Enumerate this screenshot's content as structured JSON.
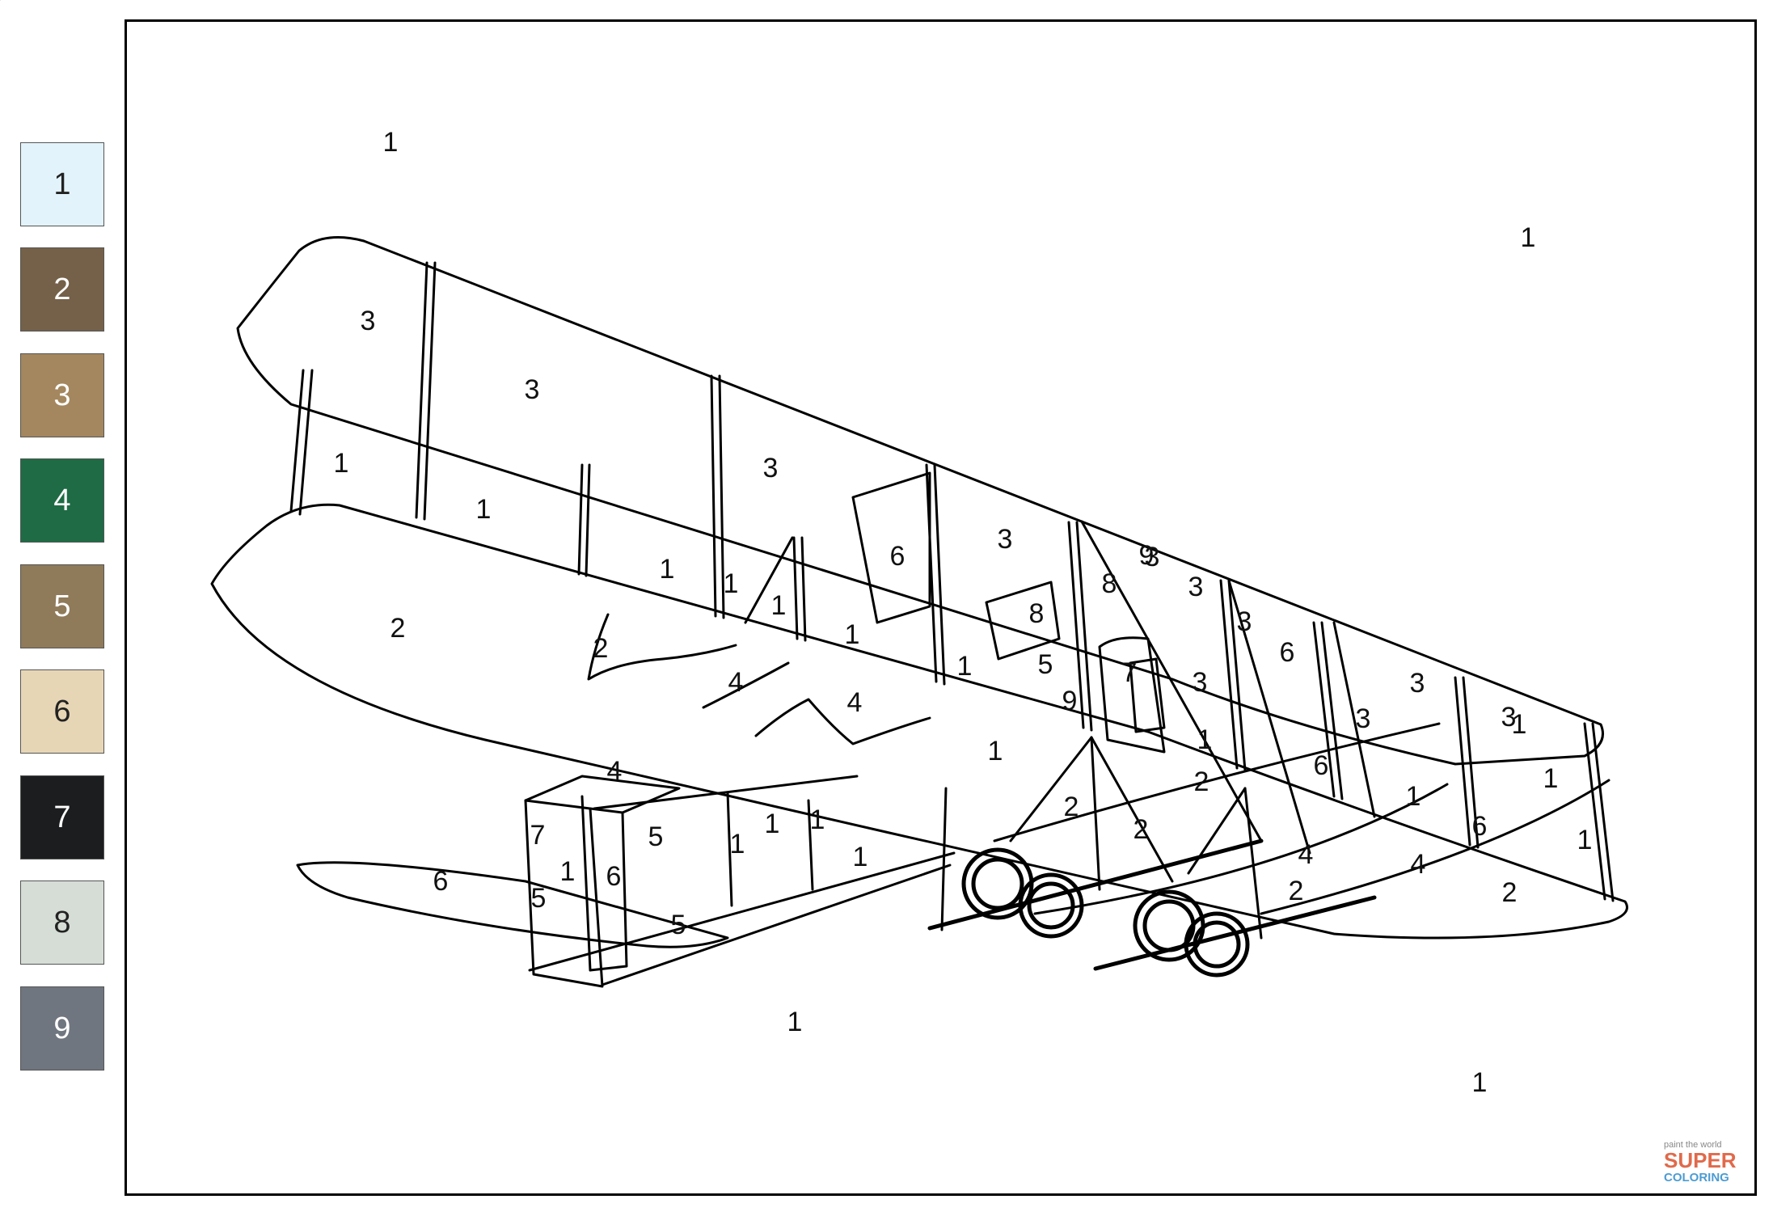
{
  "palette": [
    {
      "number": "1",
      "color": "#e3f3fb",
      "text_color": "#222222"
    },
    {
      "number": "2",
      "color": "#756149",
      "text_color": "#ffffff"
    },
    {
      "number": "3",
      "color": "#a4875e",
      "text_color": "#ffffff"
    },
    {
      "number": "4",
      "color": "#1e6b45",
      "text_color": "#ffffff"
    },
    {
      "number": "5",
      "color": "#8f7a5a",
      "text_color": "#ffffff"
    },
    {
      "number": "6",
      "color": "#e7d6b6",
      "text_color": "#222222"
    },
    {
      "number": "7",
      "color": "#1c1d1f",
      "text_color": "#ffffff"
    },
    {
      "number": "8",
      "color": "#d5ddd6",
      "text_color": "#222222"
    },
    {
      "number": "9",
      "color": "#70767f",
      "text_color": "#ffffff"
    }
  ],
  "region_labels": [
    "1",
    "1",
    "1",
    "1",
    "3",
    "3",
    "3",
    "3",
    "1",
    "1",
    "1",
    "1",
    "1",
    "1",
    "1",
    "2",
    "6",
    "3",
    "9",
    "8",
    "3",
    "3",
    "8",
    "7",
    "3",
    "6",
    "3",
    "3",
    "3",
    "1",
    "1",
    "1",
    "6",
    "1",
    "1",
    "6",
    "1",
    "2",
    "2",
    "2",
    "2",
    "2",
    "2",
    "4",
    "4",
    "4",
    "4",
    "4",
    "7",
    "1",
    "6",
    "6",
    "5",
    "5",
    "1",
    "1",
    "5",
    "1",
    "1",
    "5",
    "9",
    "9"
  ],
  "watermark": {
    "line1": "paint the world",
    "line2": "SUPER",
    "line3": "COLORING"
  }
}
